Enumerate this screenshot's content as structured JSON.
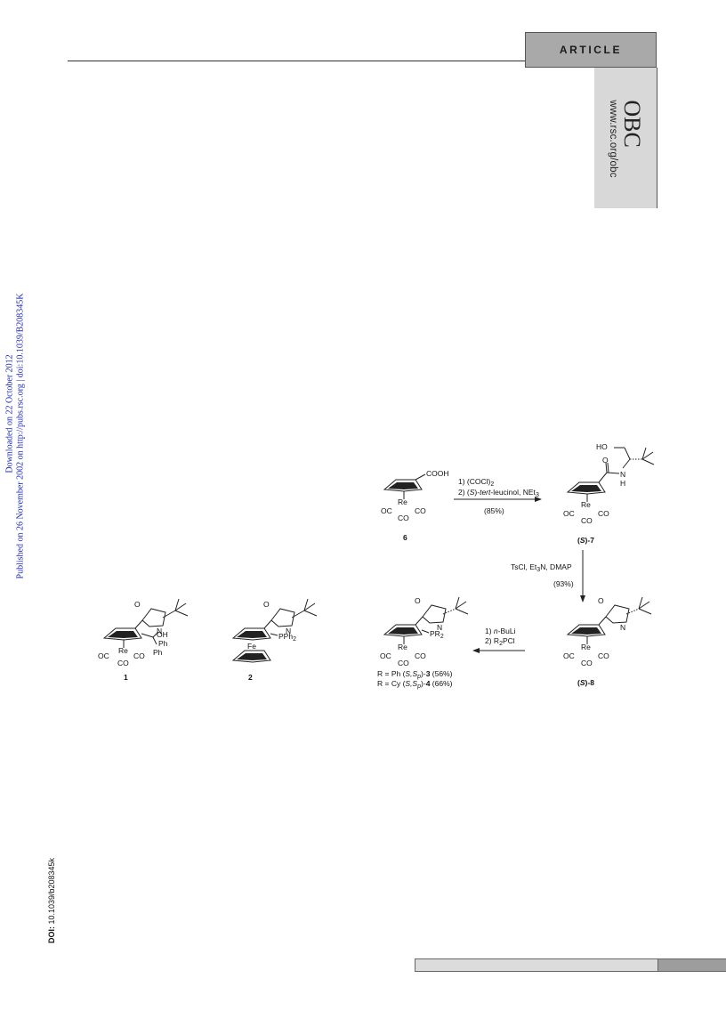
{
  "header": {
    "article_label": "ARTICLE",
    "journal": "OBC",
    "journal_url": "www.rsc.org/obc"
  },
  "margin": {
    "downloaded": "Downloaded on 22 October 2012",
    "published": "Published on 26 November 2002 on http://pubs.rsc.org | doi:10.1039/B208345K",
    "doi_label": "DOI:",
    "doi_value": "10.1039/b208345k"
  },
  "scheme": {
    "compounds": {
      "c1": "1",
      "c2": "2",
      "c6": "6",
      "s7_prefix": "(",
      "s7_s": "S",
      "s7_suffix": ")-",
      "s7_num": "7",
      "s8_prefix": "(",
      "s8_s": "S",
      "s8_suffix": ")-",
      "s8_num": "8"
    },
    "atoms": {
      "o": "O",
      "n": "N",
      "h": "H",
      "ho": "HO",
      "oh": "OH",
      "ph": "Ph",
      "pph2": "PPh",
      "pph2_sub": "2",
      "pr2": "PR",
      "pr2_sub": "2",
      "fe": "Fe",
      "re": "Re",
      "oc": "OC",
      "co": "CO",
      "cooh": "COOH"
    },
    "step1": {
      "line1_a": "1) (COCl)",
      "line1_sub": "2",
      "line2_a": "2) (",
      "line2_s": "S",
      "line2_b": ")-",
      "line2_tert": "tert",
      "line2_c": "-leucinol, NEt",
      "line2_sub": "3",
      "yield": "(85%)"
    },
    "step2": {
      "line_a": "TsCl, Et",
      "line_sub": "3",
      "line_b": "N, DMAP",
      "yield": "(93%)"
    },
    "step3": {
      "line1_a": "1) ",
      "line1_n": "n",
      "line1_b": "-BuLi",
      "line2_a": "2) R",
      "line2_sub": "2",
      "line2_b": "PCl"
    },
    "results": {
      "r1_a": "R = Ph (",
      "r1_italic": "S,S",
      "r1_sub": "p",
      "r1_b": ")-",
      "r1_num": "3",
      "r1_c": " (56%)",
      "r2_a": "R = Cy (",
      "r2_italic": "S,S",
      "r2_sub": "p",
      "r2_b": ")-",
      "r2_num": "4",
      "r2_c": " (66%)"
    }
  }
}
